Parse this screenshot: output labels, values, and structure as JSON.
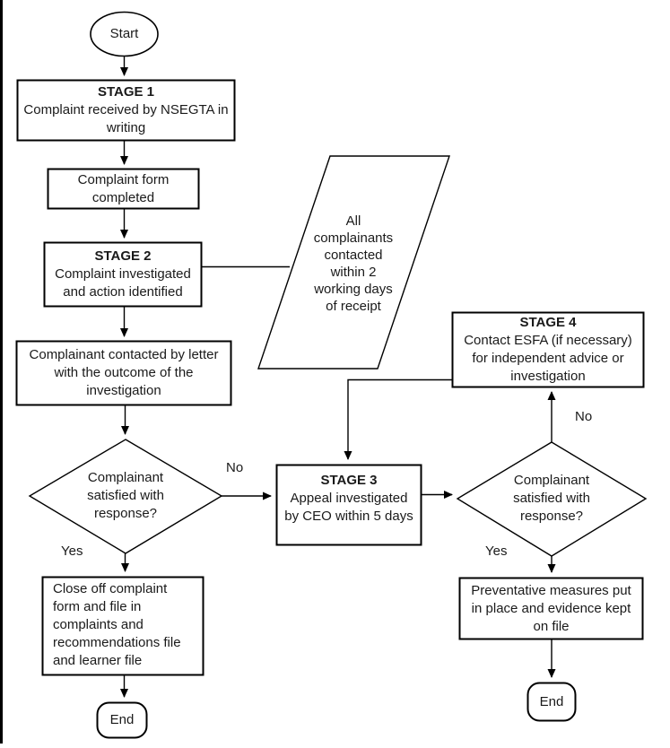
{
  "background": "#ffffff",
  "stroke_color": "#000000",
  "nodes": {
    "start": {
      "label": "Start"
    },
    "stage1": {
      "title": "STAGE 1",
      "body": "Complaint received by NSEGTA in\nwriting"
    },
    "complaint_form": {
      "body": "Complaint form\ncompleted"
    },
    "stage2": {
      "title": "STAGE 2",
      "body": "Complaint investigated\nand action identified"
    },
    "contact_note": {
      "body": "All\ncomplainants\ncontacted\nwithin 2\nworking days\nof receipt"
    },
    "outcome_letter": {
      "body": "Complainant contacted by letter\nwith the outcome of the\ninvestigation"
    },
    "decision1": {
      "body": "Complainant\nsatisfied with\nresponse?"
    },
    "stage3": {
      "title": "STAGE 3",
      "body": "Appeal investigated\nby CEO within 5 days"
    },
    "stage4": {
      "title": "STAGE 4",
      "body": "Contact ESFA (if necessary)\nfor independent advice or\ninvestigation"
    },
    "close_off": {
      "body": "Close off complaint\nform and file in\ncomplaints and\nrecommendations file\nand learner file"
    },
    "decision2": {
      "body": "Complainant\nsatisfied with\nresponse?"
    },
    "preventative": {
      "body": "Preventative measures put\nin place and evidence kept\non file"
    },
    "end_left": {
      "label": "End"
    },
    "end_right": {
      "label": "End"
    }
  },
  "edge_labels": {
    "decision1_no": "No",
    "decision1_yes": "Yes",
    "decision2_no": "No",
    "decision2_yes": "Yes"
  }
}
